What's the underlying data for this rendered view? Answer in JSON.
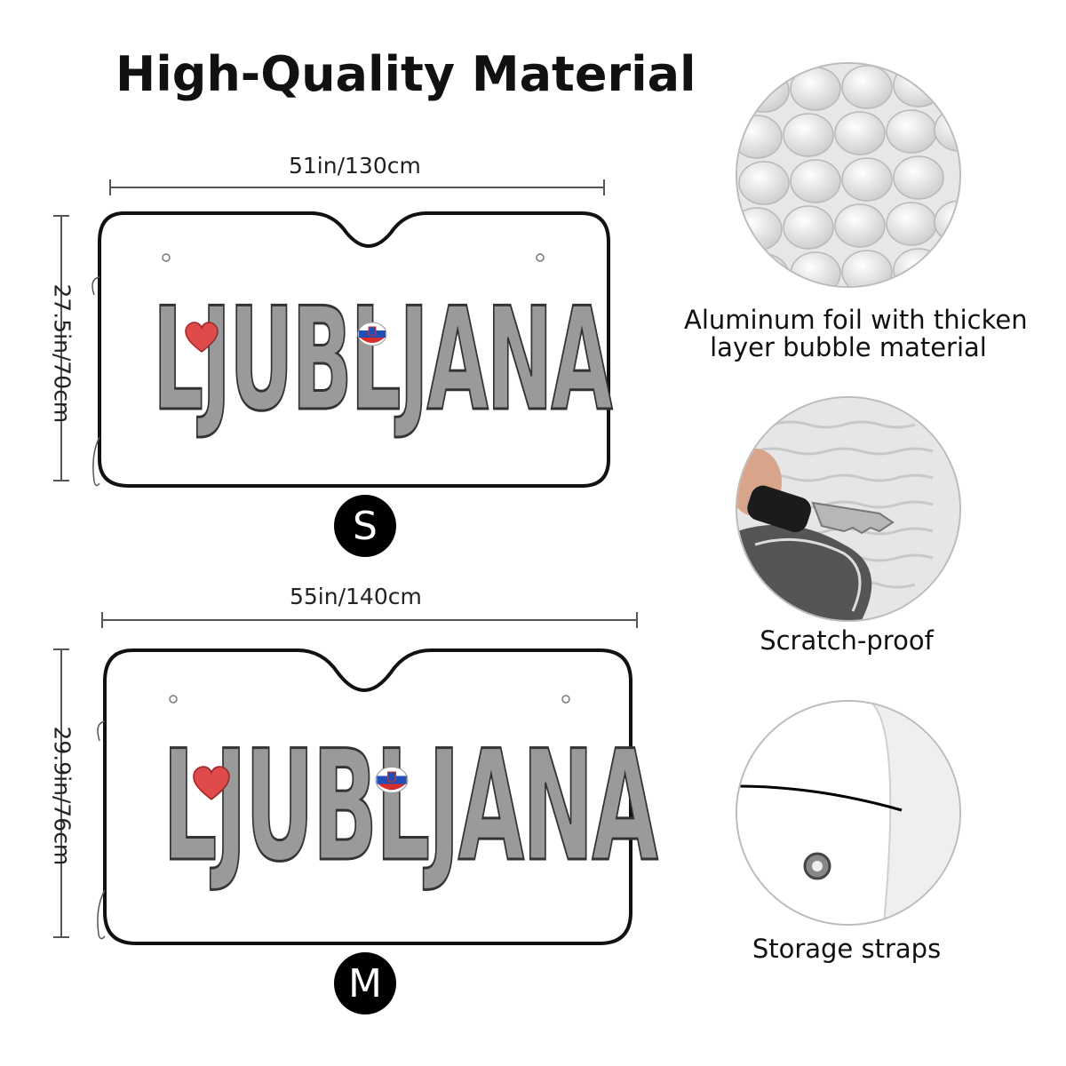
{
  "title": "High-Quality Material",
  "small": {
    "width_label": "51in/130cm",
    "height_label": "27.5in/70cm",
    "size": "S",
    "word": "LJUBLJANA"
  },
  "medium": {
    "width_label": "55in/140cm",
    "height_label": "29.9in/76cm",
    "size": "M",
    "word": "LJUBLJANA"
  },
  "features": [
    {
      "caption_line1": "Aluminum foil with thicken",
      "caption_line2": "layer bubble material",
      "icon": "bubble-foil-texture"
    },
    {
      "caption_line1": "Scratch-proof",
      "caption_line2": "",
      "icon": "key-scratch"
    },
    {
      "caption_line1": "Storage straps",
      "caption_line2": "",
      "icon": "elastic-strap"
    }
  ]
}
